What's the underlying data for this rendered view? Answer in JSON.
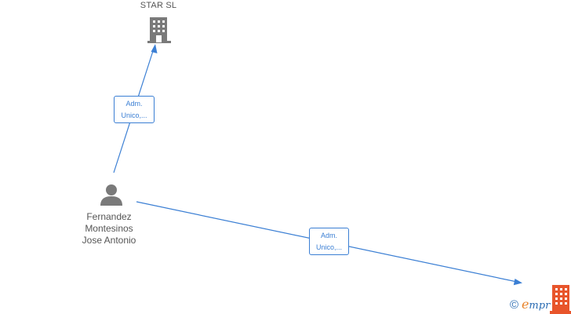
{
  "nodes": {
    "company_1": {
      "label": "STAR  SL",
      "icon": "building-icon",
      "color": "#7a7a7a"
    },
    "person": {
      "name_lines": [
        "Fernandez",
        "Montesinos",
        "Jose Antonio"
      ],
      "icon": "person-icon",
      "color": "#7a7a7a"
    },
    "company_2": {
      "label": "",
      "icon": "building-icon",
      "color": "#e8552b"
    }
  },
  "edges": [
    {
      "from": "person",
      "to": "company_1",
      "label_lines": [
        "Adm.",
        "Unico,..."
      ]
    },
    {
      "from": "person",
      "to": "company_2",
      "label_lines": [
        "Adm.",
        "Unico,..."
      ]
    }
  ],
  "colors": {
    "edge": "#3b7fd4",
    "text": "#555555"
  },
  "watermark": {
    "copyright": "©",
    "brand_first": "e",
    "brand_rest": "mpr"
  }
}
